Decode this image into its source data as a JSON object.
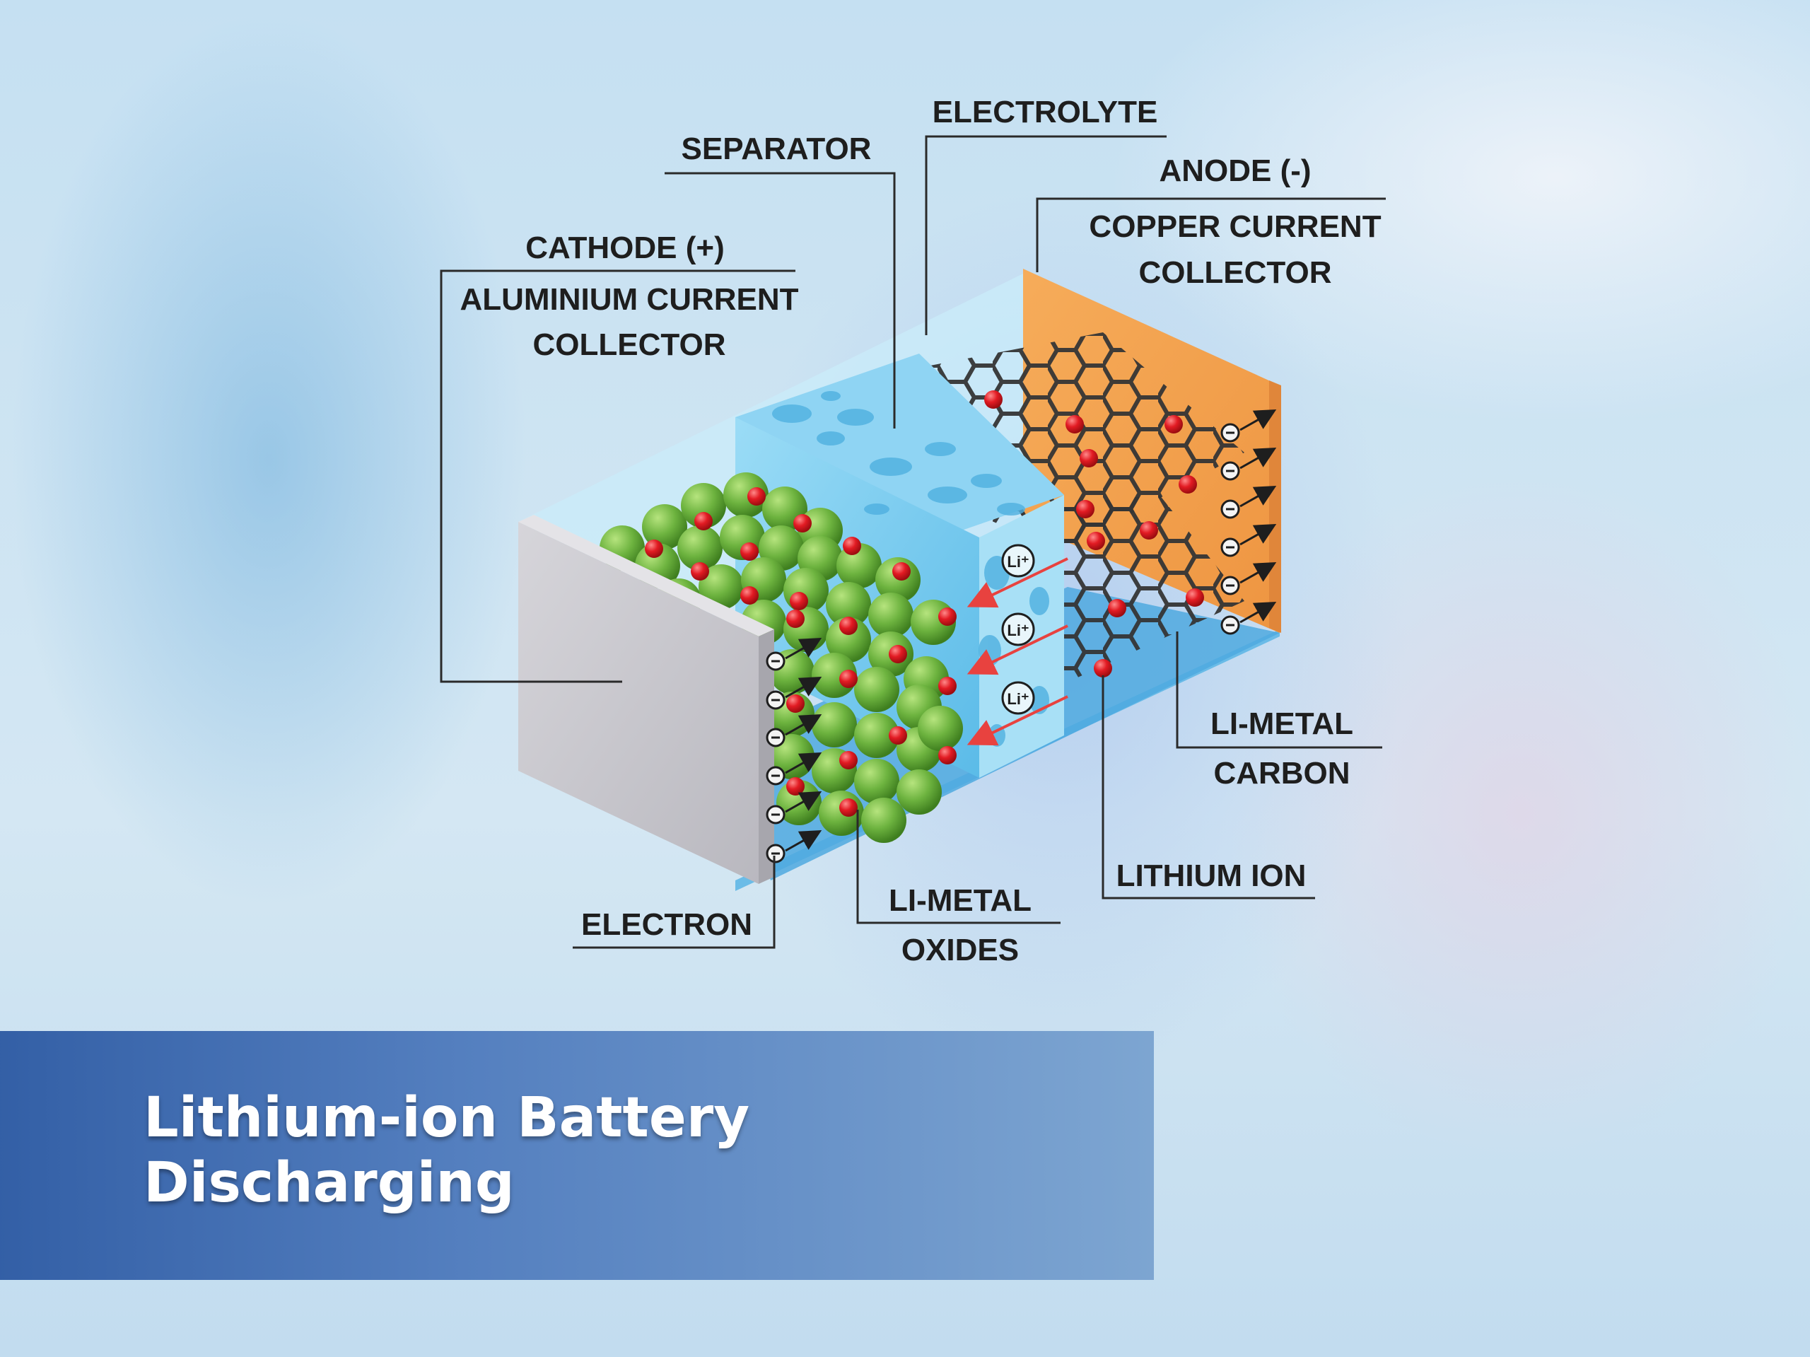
{
  "title": {
    "line1": "Lithium-ion Battery",
    "line2": "Discharging"
  },
  "labels": {
    "electrolyte": "ELECTROLYTE",
    "separator": "SEPARATOR",
    "anode": "ANODE (-)",
    "copper_line1": "COPPER CURRENT",
    "copper_line2": "COLLECTOR",
    "cathode": "CATHODE (+)",
    "aluminium_line1": "ALUMINIUM CURRENT",
    "aluminium_line2": "COLLECTOR",
    "li_metal_carbon_line1": "LI-METAL",
    "li_metal_carbon_line2": "CARBON",
    "lithium_ion": "LITHIUM ION",
    "li_metal_oxides_line1": "LI-METAL",
    "li_metal_oxides_line2": "OXIDES",
    "electron": "ELECTRON",
    "li_plus": "Li⁺"
  },
  "colors": {
    "cathode_plate": "#c9c8ce",
    "electrolyte": "#a7dcf3",
    "separator": "#6cc4ec",
    "anode_plate": "#f0a14f",
    "graphite": "#3a3a3a",
    "oxide_sphere": "#6db33f",
    "lithium": "#e21b23",
    "ion_arrow": "#e8423f",
    "title_band": "#3f6cb2"
  }
}
